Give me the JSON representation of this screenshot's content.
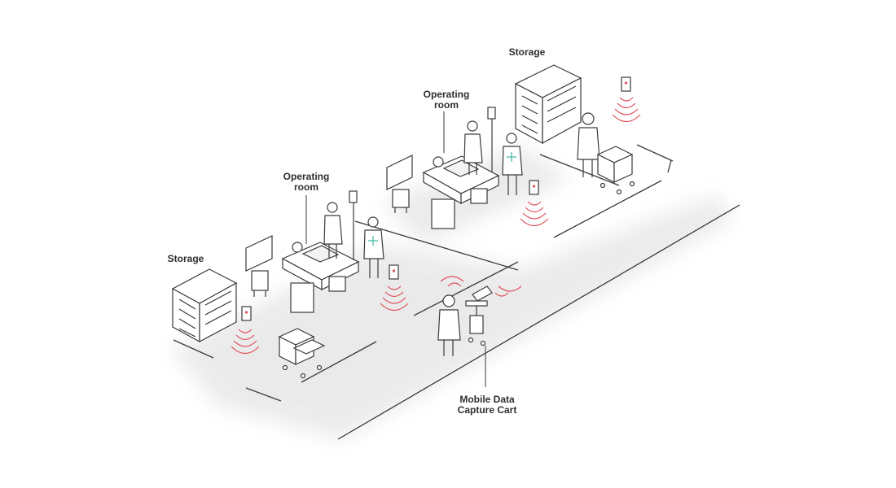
{
  "labels": {
    "storage_top": "Storage",
    "operating_room_right": [
      "Operating",
      "room"
    ],
    "operating_room_left": [
      "Operating",
      "room"
    ],
    "storage_left": "Storage",
    "mobile_cart": [
      "Mobile Data",
      "Capture Cart"
    ]
  },
  "colors": {
    "line": "#3a3a3a",
    "signal": "#e0505a",
    "accent": "#3fb8a6",
    "floor_shadow": "#e9e9e9"
  },
  "icons": [
    "storage-shelf",
    "monitor-cart",
    "operating-table",
    "doctor",
    "surgeon",
    "iv-pole",
    "rfid-reader",
    "supply-cart",
    "mobile-data-capture-cart",
    "signal-waves"
  ]
}
